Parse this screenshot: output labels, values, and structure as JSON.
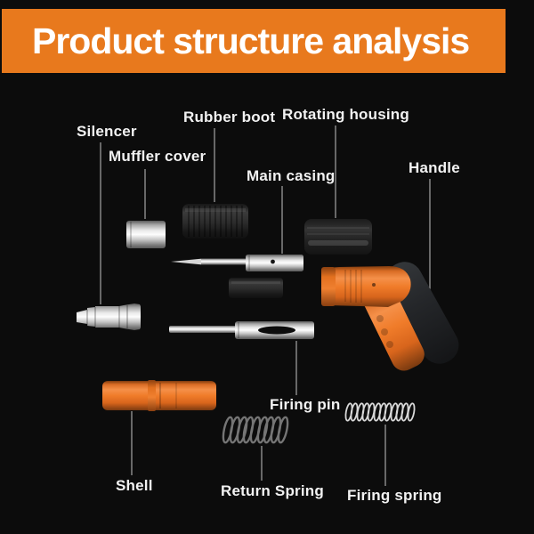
{
  "header": {
    "title": "Product structure analysis"
  },
  "colors": {
    "banner": "#e8791d",
    "background": "#0c0c0c",
    "label_text": "#f2f2f2",
    "orange_part": "#f07c2a",
    "leader_line": "#c4c4c4"
  },
  "labels": {
    "silencer": "Silencer",
    "muffler_cover": "Muffler cover",
    "rubber_boot": "Rubber boot",
    "main_casing": "Main casing",
    "rotating_housing": "Rotating housing",
    "handle": "Handle",
    "shell": "Shell",
    "firing_pin": "Firing pin",
    "return_spring": "Return Spring",
    "firing_spring": "Firing spring"
  }
}
